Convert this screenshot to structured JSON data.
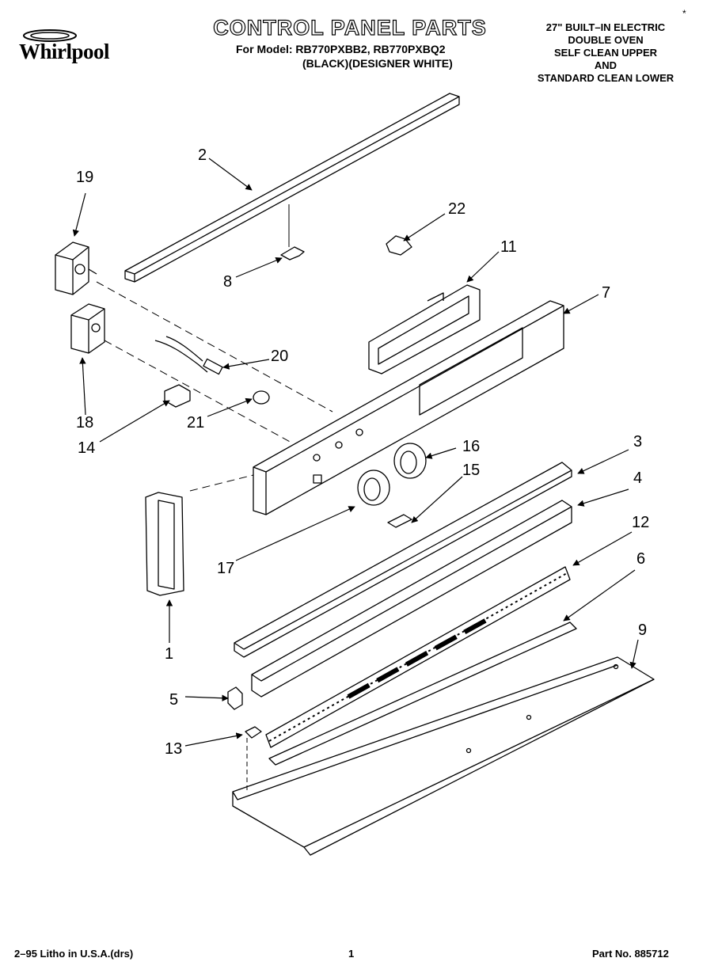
{
  "brand": {
    "name": "Whirlpool"
  },
  "header": {
    "title": "CONTROL PANEL PARTS",
    "model_line": "For Model: RB770PXBB2, RB770PXBQ2",
    "model_variant": "(BLACK)(DESIGNER WHITE)",
    "description": [
      "27\" BUILT–IN ELECTRIC",
      "DOUBLE OVEN",
      "SELF CLEAN UPPER",
      "AND",
      "STANDARD CLEAN LOWER"
    ],
    "corner_mark": "*"
  },
  "callouts": {
    "c1": "1",
    "c2": "2",
    "c3": "3",
    "c4": "4",
    "c5": "5",
    "c6": "6",
    "c7": "7",
    "c8": "8",
    "c9": "9",
    "c11": "11",
    "c12": "12",
    "c13": "13",
    "c14": "14",
    "c15": "15",
    "c16": "16",
    "c17": "17",
    "c18": "18",
    "c19": "19",
    "c20": "20",
    "c21": "21",
    "c22": "22"
  },
  "footer": {
    "litho": "2–95 Litho in U.S.A.(drs)",
    "page": "1",
    "part_no": "Part No. 885712"
  }
}
